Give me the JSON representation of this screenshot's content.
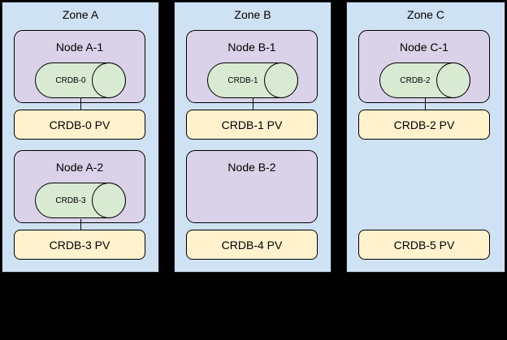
{
  "diagram": {
    "background_color": "#000000",
    "colors": {
      "zone_fill": "#cfe2f3",
      "node_fill": "#d9d2e9",
      "pod_fill": "#d9ead3",
      "pv_fill": "#fff2cc",
      "outline": "#000000"
    },
    "zones": [
      {
        "title": "Zone A",
        "rows": [
          {
            "node": "Node A-1",
            "pod": "CRDB-0",
            "pv": "CRDB-0 PV"
          },
          {
            "node": "Node A-2",
            "pod": "CRDB-3",
            "pv": "CRDB-3 PV"
          }
        ]
      },
      {
        "title": "Zone B",
        "rows": [
          {
            "node": "Node B-1",
            "pod": "CRDB-1",
            "pv": "CRDB-1 PV"
          },
          {
            "node": "Node B-2",
            "pod": null,
            "pv": "CRDB-4 PV"
          }
        ]
      },
      {
        "title": "Zone C",
        "rows": [
          {
            "node": "Node C-1",
            "pod": "CRDB-2",
            "pv": "CRDB-2 PV"
          },
          {
            "node": null,
            "pod": null,
            "pv": "CRDB-5 PV"
          }
        ]
      }
    ]
  }
}
